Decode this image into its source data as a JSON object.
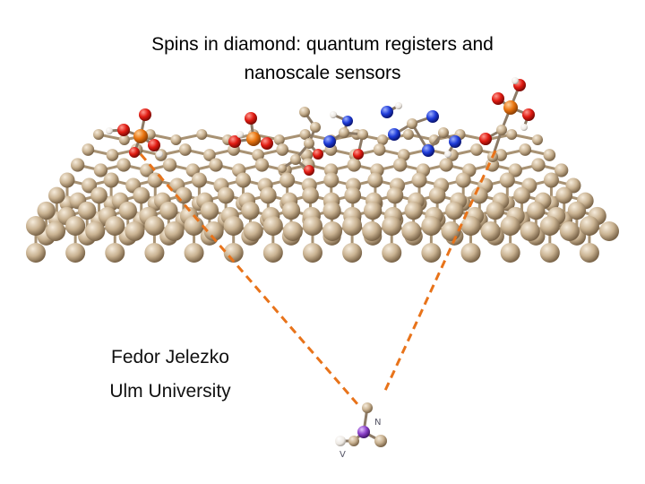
{
  "title": {
    "line1": "Spins in diamond: quantum registers and",
    "line2": "nanoscale sensors"
  },
  "author": {
    "name": "Fedor Jelezko",
    "affiliation": "Ulm University"
  },
  "nv_center": {
    "label_n": "N",
    "label_v": "V"
  },
  "colors": {
    "carbon": "#c9b291",
    "oxygen": "#e01b12",
    "nitrogen": "#1e3bd8",
    "phosphorus": "#e8730e",
    "hydrogen": "#f4f1ee",
    "nv_purple": "#8a3fc8",
    "dash_line": "#e8731a"
  }
}
